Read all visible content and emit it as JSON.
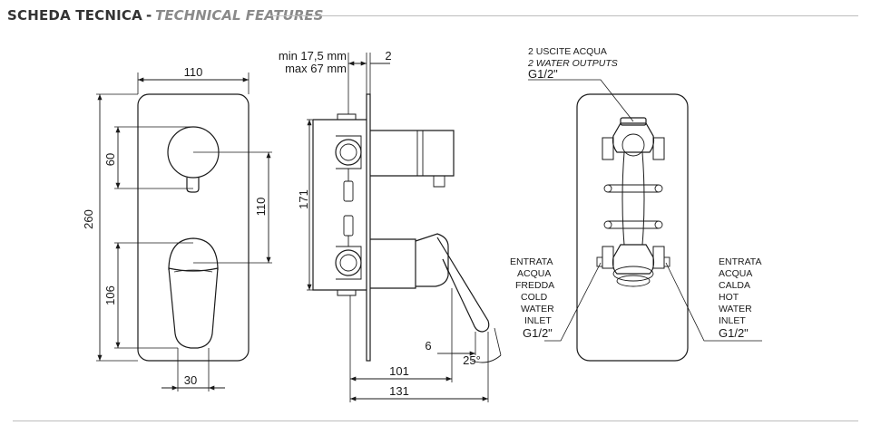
{
  "header": {
    "title": "SCHEDA TECNICA",
    "separator": "-",
    "subtitle": "TECHNICAL FEATURES"
  },
  "front_view": {
    "width": "110",
    "height": "260",
    "knob_diameter": "60",
    "axis_spacing": "110",
    "lever_height": "106",
    "lever_width": "30"
  },
  "side_view": {
    "wall_min": "min 17,5 mm",
    "wall_max": "max 67 mm",
    "plate_thickness": "2",
    "body_height": "171",
    "projection_knob": "101",
    "projection_lever": "131",
    "lever_offset": "6",
    "lever_angle": "25°"
  },
  "back_view": {
    "outputs_it": "2 USCITE ACQUA",
    "outputs_en": "2 WATER OUTPUTS",
    "outputs_thread": "G1/2\"",
    "cold_lines": [
      "ENTRATA",
      "ACQUA",
      "FREDDA",
      "COLD",
      "WATER",
      "INLET"
    ],
    "cold_thread": "G1/2\"",
    "hot_lines": [
      "ENTRATA",
      "ACQUA",
      "CALDA",
      "HOT",
      "WATER",
      "INLET"
    ],
    "hot_thread": "G1/2\""
  },
  "colors": {
    "line": "#1a1a1a",
    "title": "#333333",
    "subtitle": "#8a8a8a",
    "rule": "#bdbdbd"
  }
}
